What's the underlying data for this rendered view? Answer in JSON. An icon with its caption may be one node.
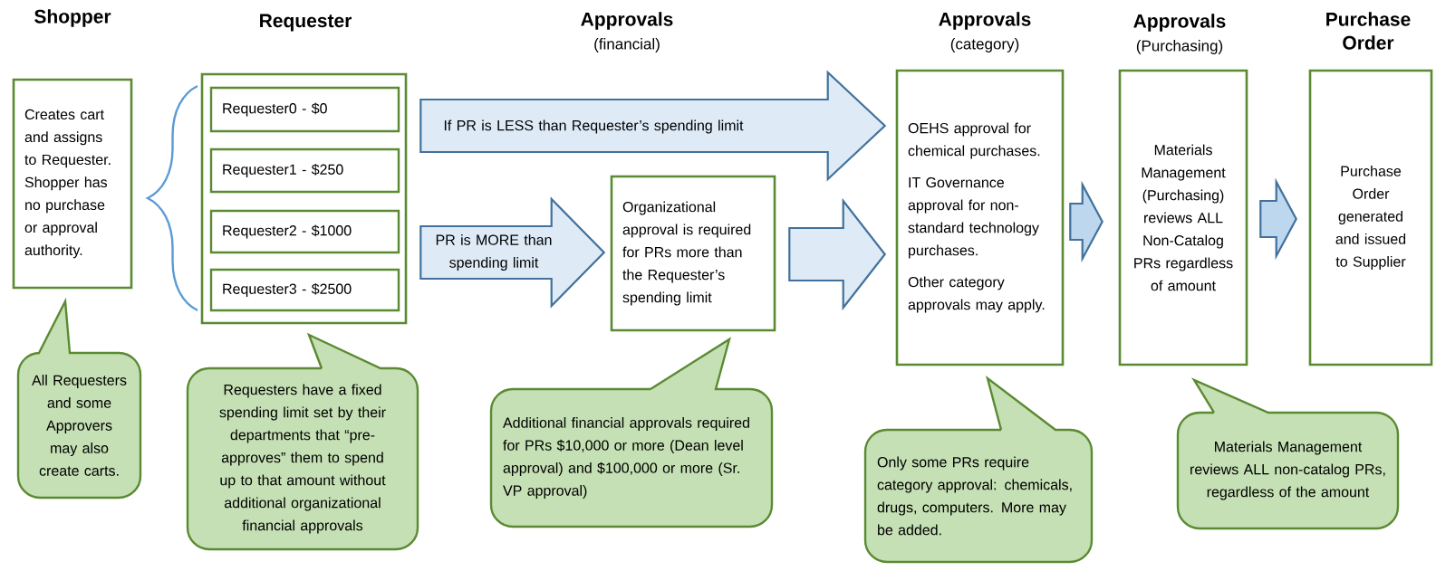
{
  "diagram": {
    "nodes": [
      {
        "text": [
          "Shopper",
          "Creates cart and assigns to Requester. Shopper has no purchase or approval authority."
        ]
      },
      {
        "text": [
          "Requester"
        ]
      },
      {
        "text": [
          "Requester0 - $0"
        ],
        "in": 1
      },
      {
        "text": [
          "Requester1 - $250"
        ],
        "in": 1
      },
      {
        "text": [
          "Requester2 - $1000"
        ],
        "in": 1
      },
      {
        "text": [
          "Requester3 - $2500"
        ],
        "in": 1
      },
      {
        "text": [
          "Organizational approval is required for PRs more than the Requester’s spending limit"
        ]
      },
      {
        "text": [
          "Approvals",
          "(category)",
          "OEHS approval for chemical purchases.",
          "IT Governance approval for non-standard technology purchases.",
          "Other category approvals may apply."
        ]
      },
      {
        "text": [
          "Approvals",
          "(Purchasing)",
          "Materials Management (Purchasing) reviews ALL Non-Catalog PRs regardless of amount"
        ]
      },
      {
        "text": [
          "Purchase Order",
          "Purchase Order generated and issued to Supplier"
        ]
      },
      {
        "text": [
          "All Requesters and some Approvers may also create carts."
        ]
      },
      {
        "text": [
          "Requesters have a fixed spending limit set by their departments that “pre-approves” them to spend up to that amount without additional organizational financial approvals"
        ]
      },
      {
        "text": [
          "Additional financial approvals required for PRs $10,000 or more (Dean level approval) and $100,000 or more (Sr. VP approval)"
        ]
      },
      {
        "text": [
          "Only some PRs require category approval: chemicals, drugs, computers. More may be added."
        ]
      },
      {
        "text": [
          "Materials Management reviews ALL non-catalog PRs, regardless of the amount"
        ]
      }
    ],
    "edges": [
      {
        "from": 1,
        "to": 7,
        "arrow": "to",
        "label": "If PR is LESS than Requester’s spending limit"
      },
      {
        "from": 1,
        "to": 6,
        "arrow": "to",
        "label": "PR is MORE than spending limit"
      },
      {
        "from": 6,
        "to": 7,
        "arrow": "to"
      },
      {
        "from": 7,
        "to": 8,
        "arrow": "to"
      },
      {
        "from": 8,
        "to": 9,
        "arrow": "to"
      }
    ],
    "labels": [
      "Approvals",
      "(financial)"
    ]
  }
}
